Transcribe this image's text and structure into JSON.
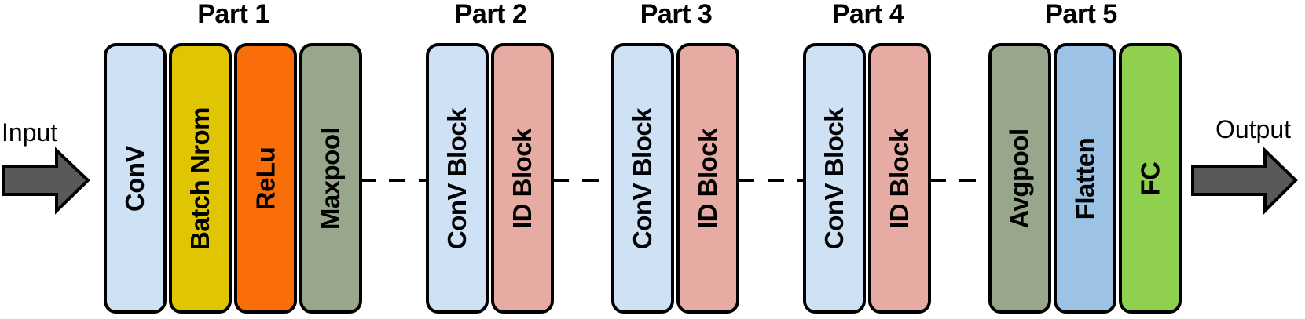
{
  "io": {
    "input_label": "Input",
    "output_label": "Output"
  },
  "parts": [
    {
      "label": "Part 1",
      "blocks": [
        {
          "label": "ConV",
          "color": "#cfe2f5"
        },
        {
          "label": "Batch Nrom",
          "color": "#e0c503"
        },
        {
          "label": "ReLu",
          "color": "#fa6e0a"
        },
        {
          "label": "Maxpool",
          "color": "#98a68c"
        }
      ]
    },
    {
      "label": "Part 2",
      "blocks": [
        {
          "label": "ConV Block",
          "color": "#cfe2f5"
        },
        {
          "label": "ID Block",
          "color": "#e6aca4"
        }
      ]
    },
    {
      "label": "Part 3",
      "blocks": [
        {
          "label": "ConV Block",
          "color": "#cfe2f5"
        },
        {
          "label": "ID Block",
          "color": "#e6aca4"
        }
      ]
    },
    {
      "label": "Part 4",
      "blocks": [
        {
          "label": "ConV Block",
          "color": "#cfe2f5"
        },
        {
          "label": "ID Block",
          "color": "#e6aca4"
        }
      ]
    },
    {
      "label": "Part 5",
      "blocks": [
        {
          "label": "Avgpool",
          "color": "#98a68c"
        },
        {
          "label": "Flatten",
          "color": "#9cc3e5"
        },
        {
          "label": "FC",
          "color": "#8fd04e"
        }
      ]
    }
  ],
  "colors": {
    "arrow_fill": "#595959",
    "outline": "#000000",
    "background": "#ffffff"
  }
}
